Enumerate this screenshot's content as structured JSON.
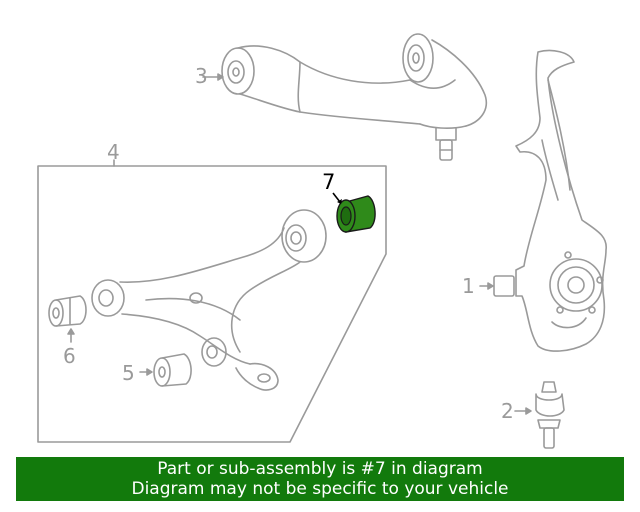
{
  "callouts": {
    "c1": "1",
    "c2": "2",
    "c3": "3",
    "c4": "4",
    "c5": "5",
    "c6": "6",
    "c7": "7"
  },
  "banner": {
    "line1": "Part or sub-assembly is #7 in diagram",
    "line2": "Diagram may not be specific to your vehicle"
  },
  "colors": {
    "highlight_part": "#2f8a1a",
    "banner_bg": "#127a0c",
    "line_art": "#9a9a9a"
  },
  "highlighted_part": "7"
}
